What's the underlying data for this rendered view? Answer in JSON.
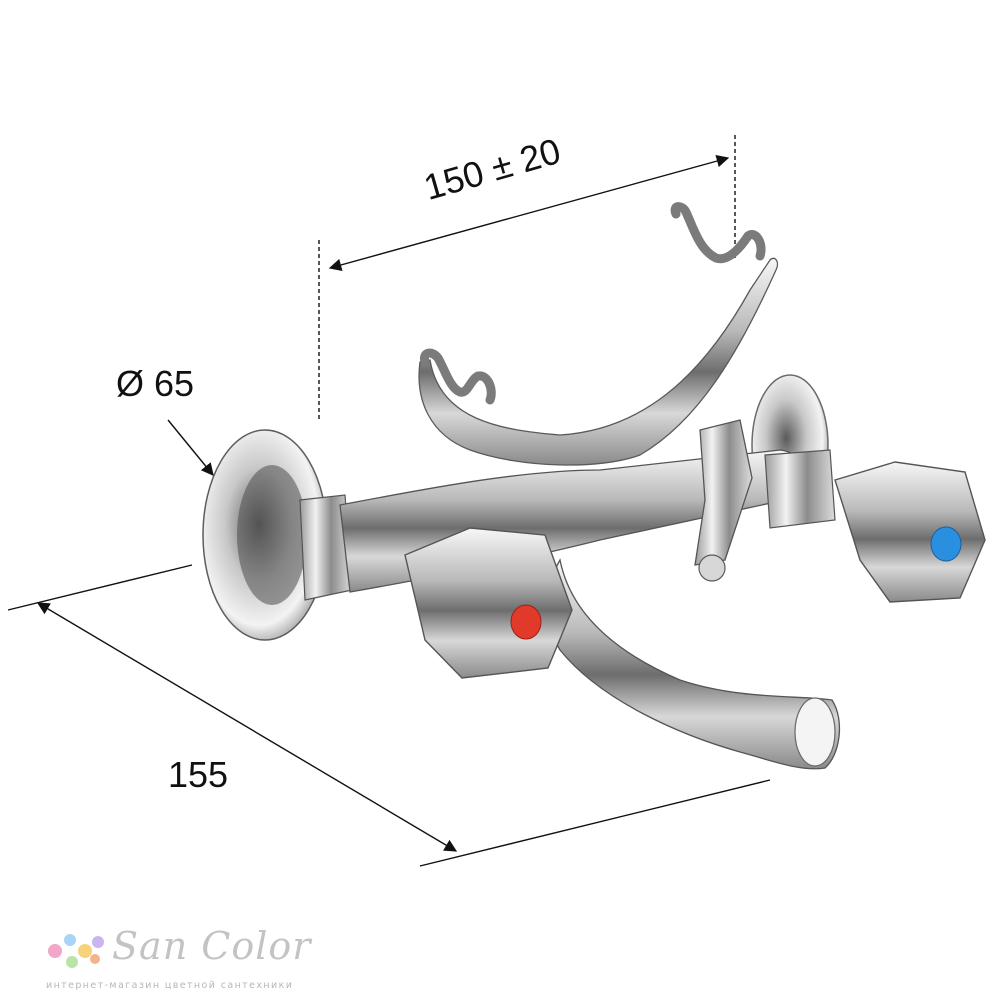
{
  "dimensions": {
    "width_label": "150 ± 20",
    "diameter_label": "Ø 65",
    "depth_label": "155"
  },
  "logo": {
    "name": "San Color",
    "tagline": "интернет-магазин цветной сантехники",
    "dot_colors": [
      "#f2a6c8",
      "#a9d4f5",
      "#f7d27a",
      "#b9e3a7",
      "#c9b6f0",
      "#f4b38c"
    ]
  },
  "colors": {
    "hot_indicator": "#e23a2a",
    "cold_indicator": "#2b8fe0",
    "line": "#111111"
  }
}
